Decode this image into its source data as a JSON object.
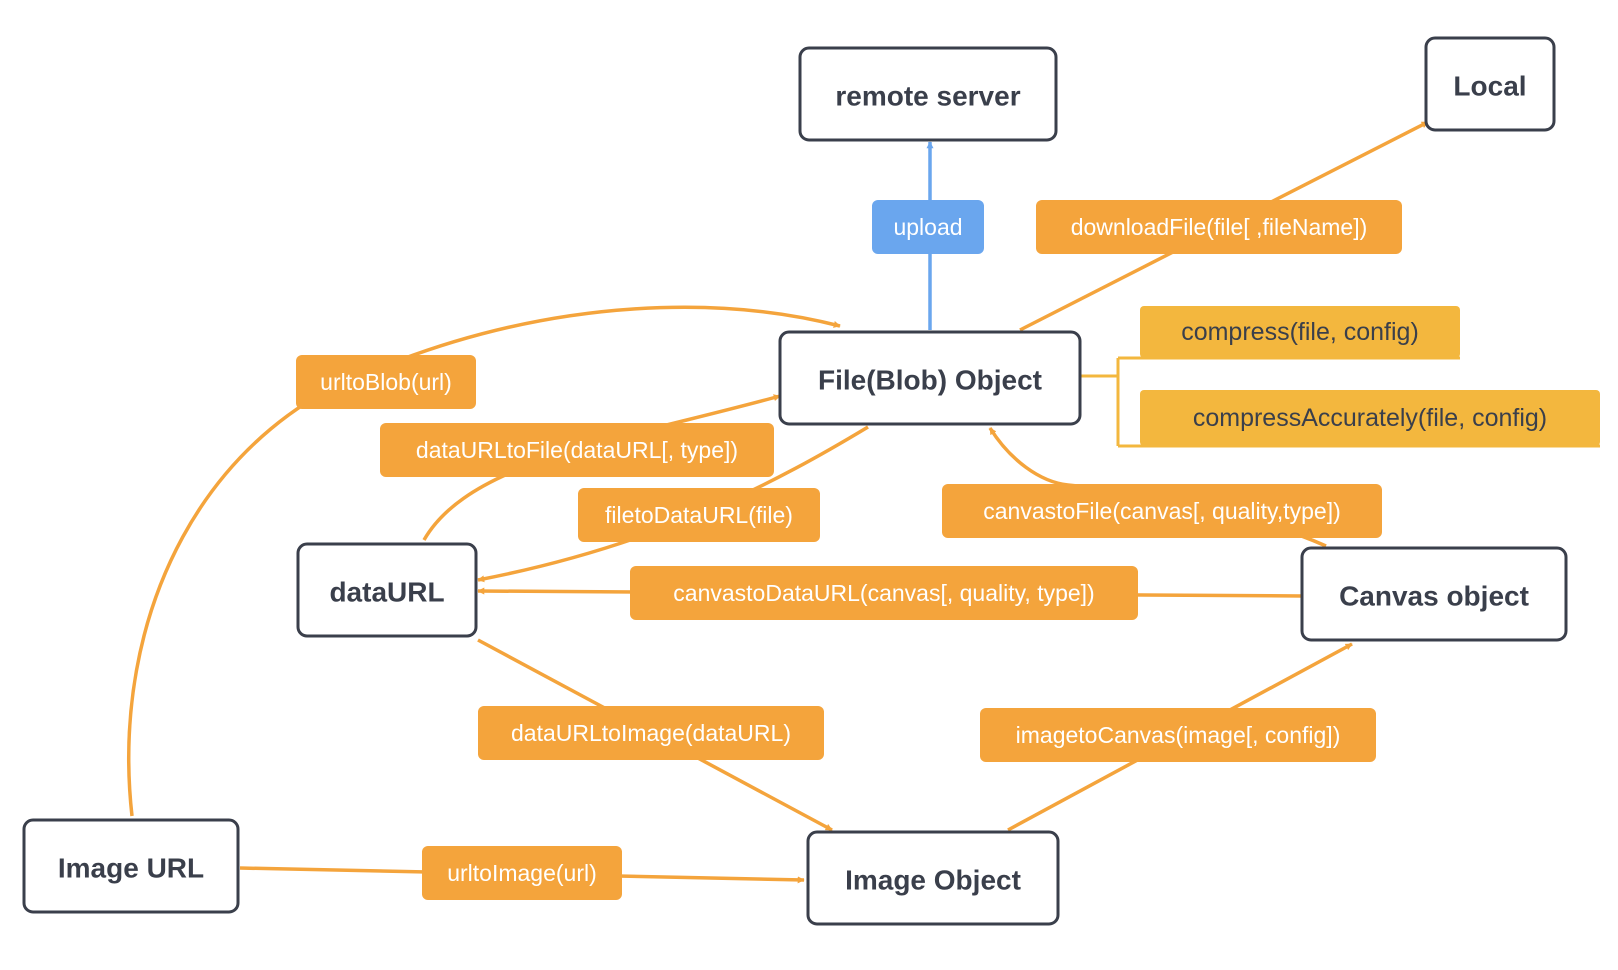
{
  "colors": {
    "orange": "#f4a43c",
    "blue": "#6aa6ee",
    "yellow": "#f3b73e",
    "node_border": "#3a3f4b",
    "node_text": "#3a3f4b"
  },
  "nodes": {
    "remote_server": "remote server",
    "local": "Local",
    "file_blob": "File(Blob) Object",
    "data_url": "dataURL",
    "canvas_object": "Canvas object",
    "image_url": "Image URL",
    "image_object": "Image Object"
  },
  "labels": {
    "upload": "upload",
    "download_file": "downloadFile(file[ ,fileName])",
    "compress": "compress(file, config)",
    "compress_accurately": "compressAccurately(file, config)",
    "url_to_blob": "urltoBlob(url)",
    "data_url_to_file": "dataURLtoFile(dataURL[, type])",
    "file_to_data_url": "filetoDataURL(file)",
    "canvas_to_file": "canvastoFile(canvas[, quality,type])",
    "canvas_to_data_url": "canvastoDataURL(canvas[, quality, type])",
    "data_url_to_image": "dataURLtoImage(dataURL)",
    "image_to_canvas": "imagetoCanvas(image[, config])",
    "url_to_image": "urltoImage(url)"
  }
}
